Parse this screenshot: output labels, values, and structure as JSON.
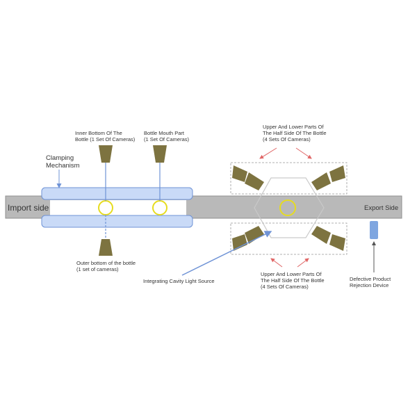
{
  "labels": {
    "import_side": "Import side",
    "export_side": "Export Side",
    "clamping": [
      "Clamping",
      "Mechanism"
    ],
    "inner_bottom": [
      "Inner Bottom Of The",
      "Bottle (1 Set Of Cameras)"
    ],
    "bottle_mouth": [
      "Bottle Mouth Part",
      "(1 Set Of Cameras)"
    ],
    "outer_bottom": [
      "Outer bottom of the bottle",
      "(1 set of cameras)"
    ],
    "upper_lower_top": [
      "Upper And Lower Parts Of",
      "The Half Side Of The Bottle",
      "(4 Sets Of Cameras)"
    ],
    "upper_lower_bottom": [
      "Upper And Lower Parts Of",
      "The Half Side Of The Bottle",
      "(4 Sets Of Cameras)"
    ],
    "integrating_light": "Integrating Cavity Light Source",
    "rejection": [
      "Defective Product",
      "Rejection Device"
    ]
  },
  "colors": {
    "conveyor": "#b9b9b9",
    "clamp_fill": "#c9daf7",
    "clamp_stroke": "#6f93d6",
    "camera": "#7d7340",
    "bottle_ring": "#e6dc1f",
    "red_arrow": "#e06666",
    "blue_arrow": "#6f93d6",
    "rejection_device": "#7fa6e0"
  }
}
